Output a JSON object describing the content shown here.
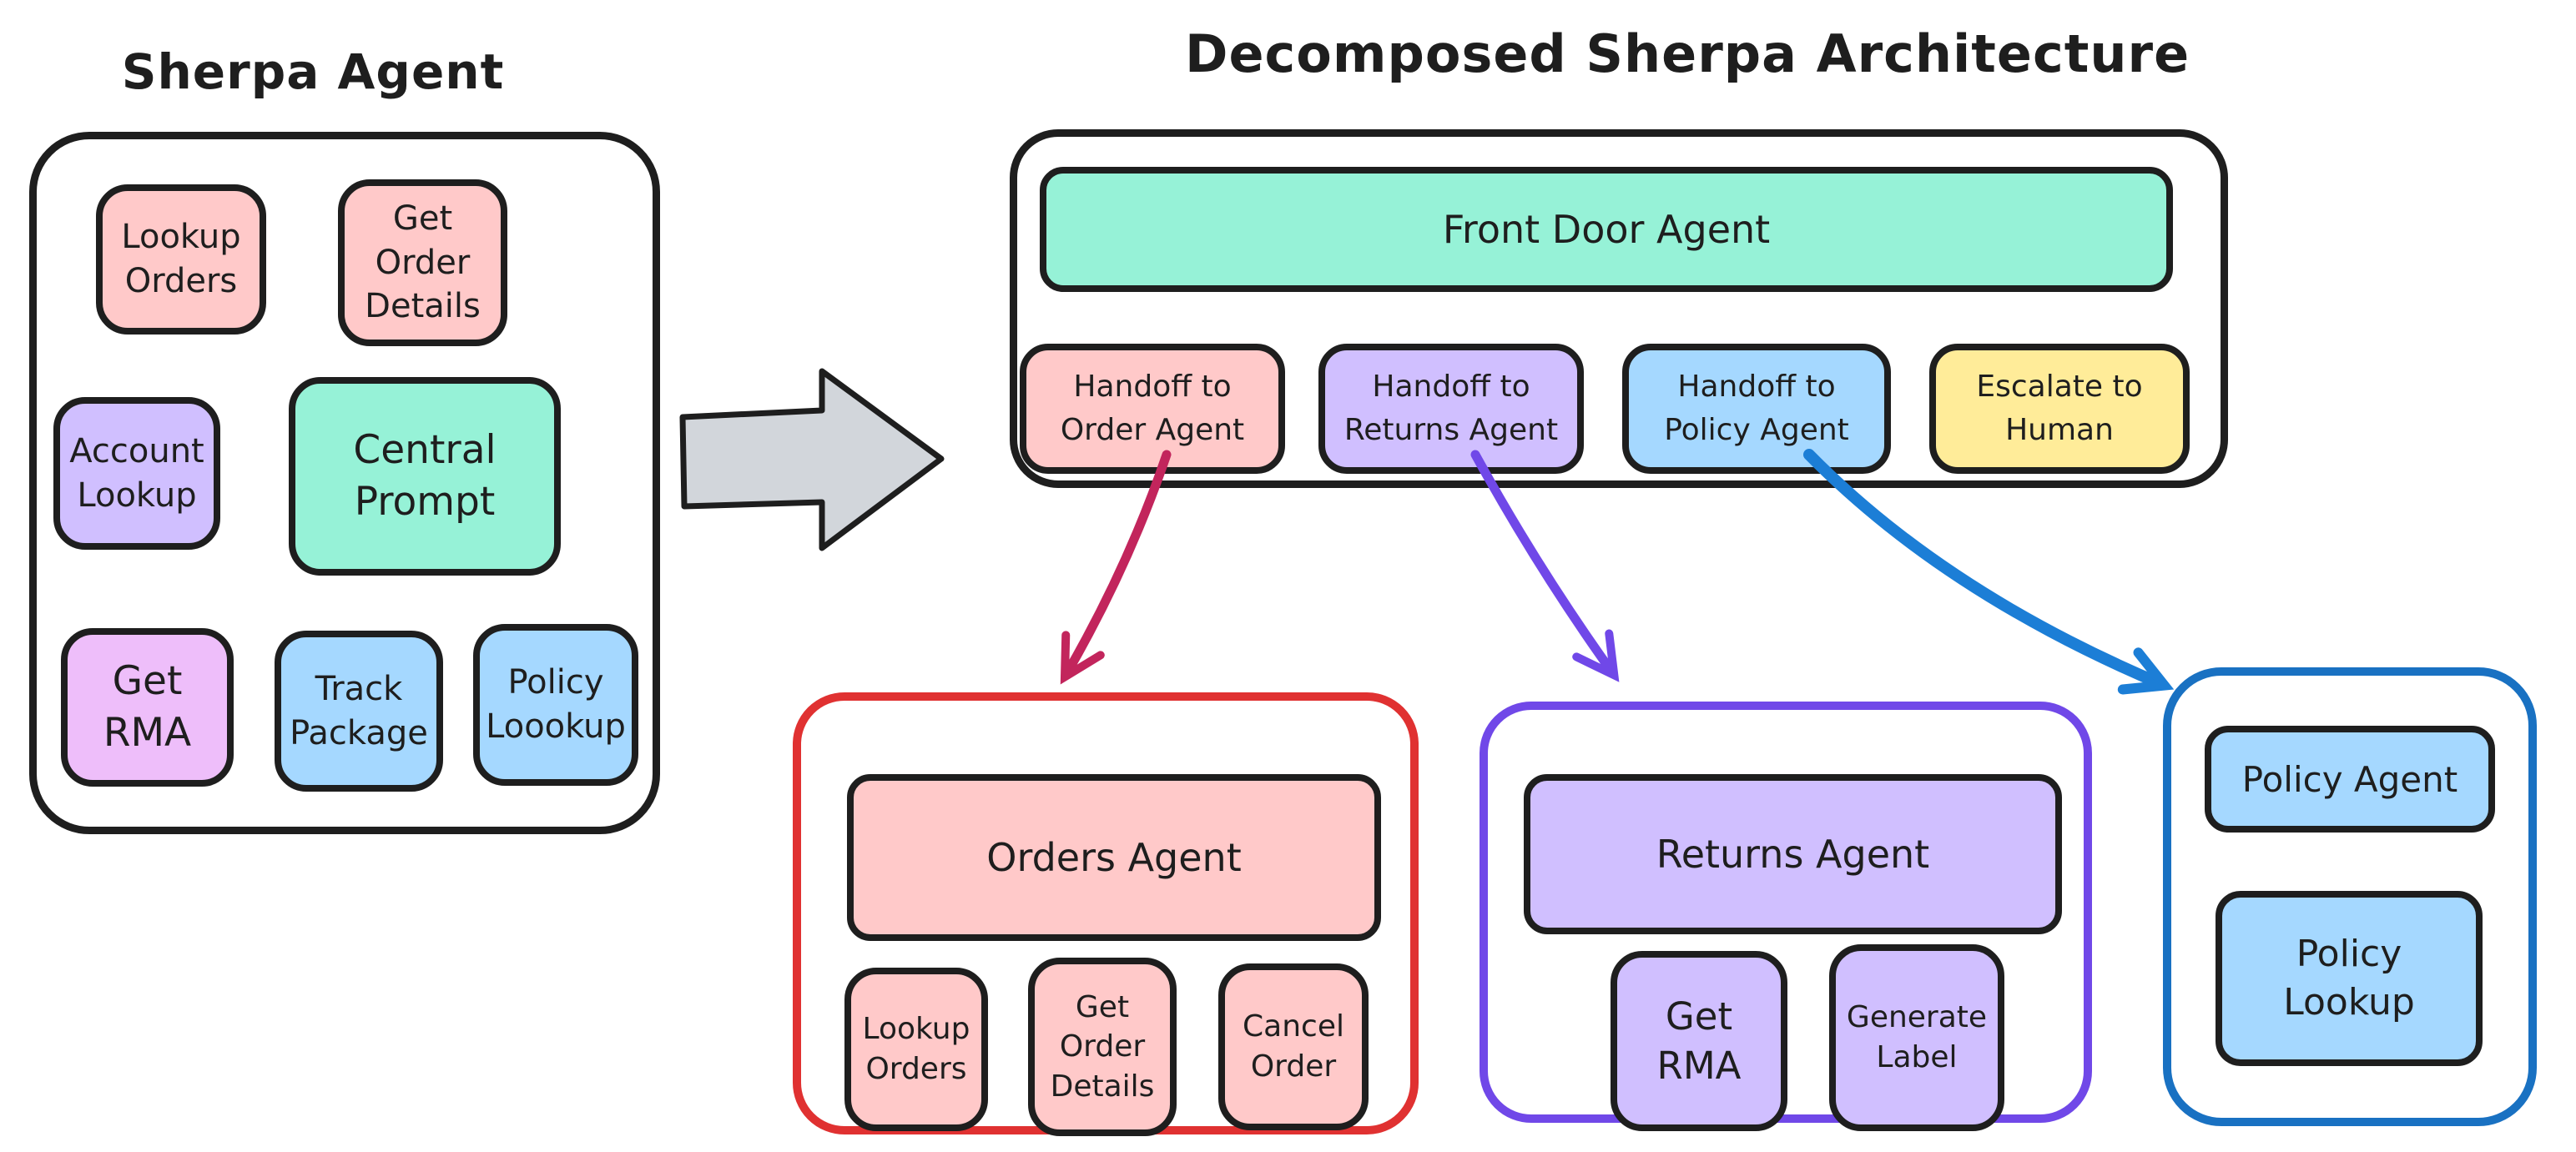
{
  "diagram": {
    "left": {
      "title": "Sherpa Agent",
      "tools": {
        "lookup_orders": "Lookup\nOrders",
        "get_order_details": "Get\nOrder\nDetails",
        "account_lookup": "Account\nLookup",
        "central_prompt": "Central\nPrompt",
        "get_rma": "Get\nRMA",
        "track_package": "Track\nPackage",
        "policy_loookup": "Policy\nLoookup"
      }
    },
    "right": {
      "title": "Decomposed Sherpa Architecture",
      "front_door_label": "Front Door Agent",
      "handoffs": {
        "order": "Handoff to\nOrder Agent",
        "returns": "Handoff to\nReturns Agent",
        "policy": "Handoff to\nPolicy Agent",
        "escalate": "Escalate to\nHuman"
      }
    },
    "orders_agent": {
      "title": "Orders Agent",
      "tools": {
        "lookup_orders": "Lookup\nOrders",
        "get_order_details": "Get\nOrder\nDetails",
        "cancel_order": "Cancel\nOrder"
      }
    },
    "returns_agent": {
      "title": "Returns Agent",
      "tools": {
        "get_rma": "Get\nRMA",
        "generate_label": "Generate\nLabel"
      }
    },
    "policy_agent": {
      "title": "Policy Agent",
      "tools": {
        "policy_lookup": "Policy\nLookup"
      }
    },
    "colors": {
      "ink": "#1e1e1e",
      "pink_fill": "#ffc9c9",
      "violet_fill": "#d0bfff",
      "teal_fill": "#96f2d7",
      "blue_fill": "#a5d8ff",
      "yellow_fill": "#ffec99",
      "orchid_fill": "#eebefa",
      "orders_border": "#e03131",
      "returns_border": "#7048e8",
      "policy_border": "#1971c2",
      "arrow_crimson": "#c2255c",
      "arrow_purple": "#7048e8",
      "arrow_blue": "#1c7ed6",
      "block_arrow_fill": "#d2d6db"
    }
  }
}
